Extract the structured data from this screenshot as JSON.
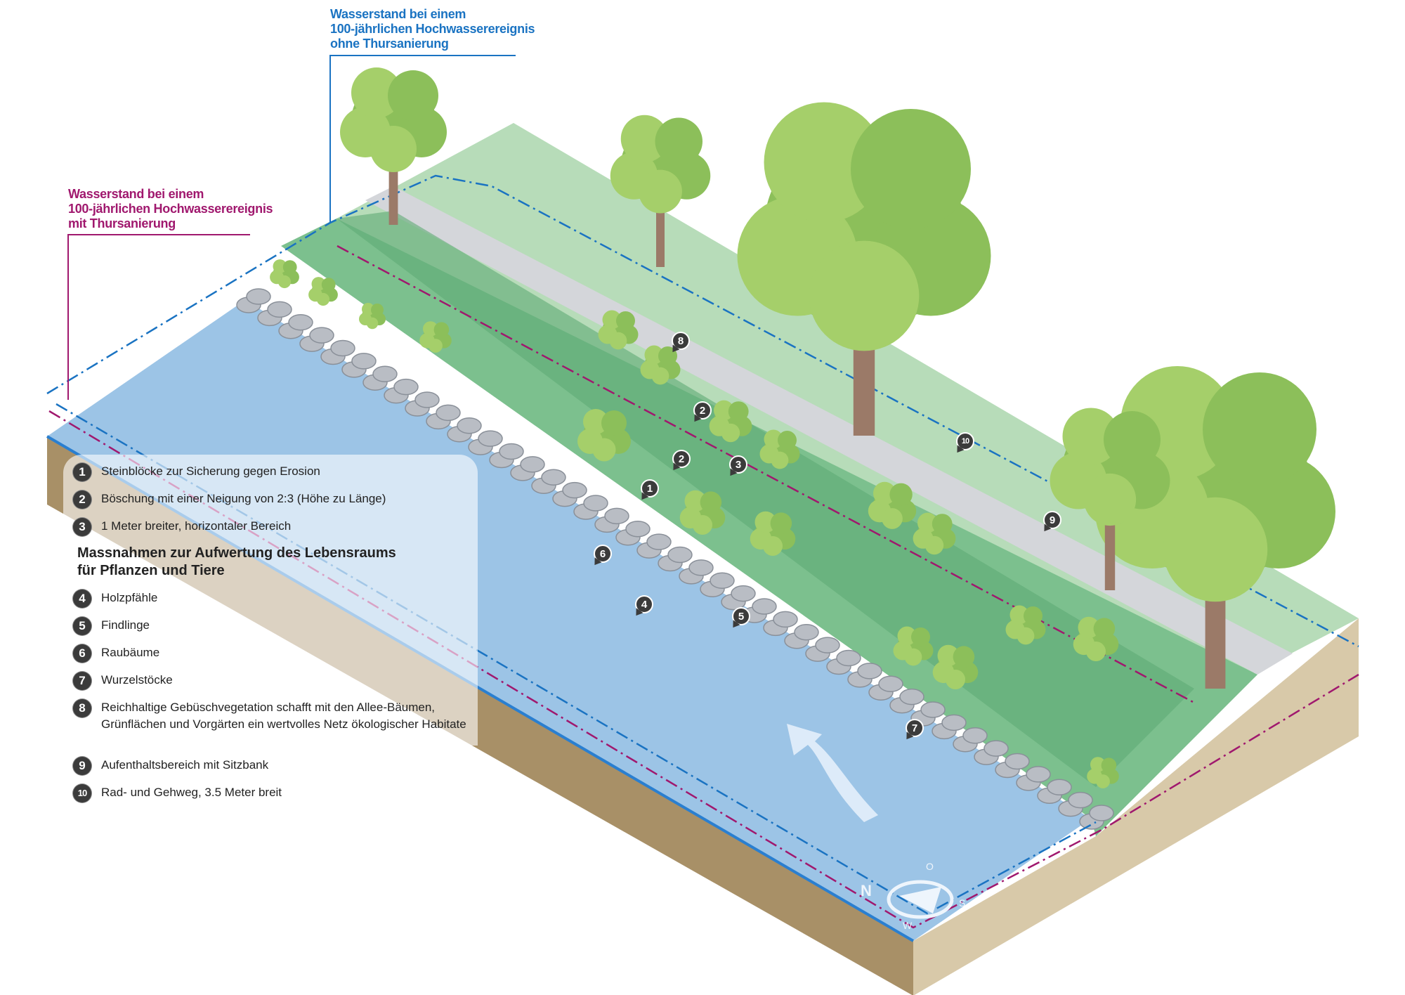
{
  "flood_labels": {
    "without_renovation": [
      "Wasserstand bei einem",
      "100-jährlichen Hochwasserereignis",
      "ohne Thursanierung"
    ],
    "with_renovation": [
      "Wasserstand bei einem",
      "100-jährlichen Hochwasserereignis",
      "mit Thursanierung"
    ]
  },
  "legend": {
    "items_top": [
      {
        "num": "1",
        "label": "Steinblöcke zur Sicherung gegen Erosion"
      },
      {
        "num": "2",
        "label": "Böschung mit einer Neigung von 2:3 (Höhe zu Länge)"
      },
      {
        "num": "3",
        "label": "1 Meter breiter, horizontaler Bereich"
      }
    ],
    "heading": [
      "Massnahmen zur Aufwertung des Lebensraums",
      "für Pflanzen und Tiere"
    ],
    "items_habitat": [
      {
        "num": "4",
        "label": "Holzpfähle"
      },
      {
        "num": "5",
        "label": "Findlinge"
      },
      {
        "num": "6",
        "label": "Raubäume"
      },
      {
        "num": "7",
        "label": "Wurzelstöcke"
      },
      {
        "num": "8",
        "label": "Reichhaltige Gebüschvegetation schafft mit den Allee-Bäumen,",
        "label2": "Grünflächen und Vorgärten ein wertvolles Netz ökologischer Habitate"
      }
    ],
    "items_bottom": [
      {
        "num": "9",
        "label": "Aufenthaltsbereich mit Sitzbank"
      },
      {
        "num": "10",
        "label": "Rad- und Gehweg, 3.5 Meter breit"
      }
    ]
  },
  "markers": [
    "1",
    "2",
    "2",
    "3",
    "4",
    "5",
    "6",
    "7",
    "8",
    "9",
    "10"
  ],
  "compass": {
    "n": "N",
    "s": "S",
    "w": "W",
    "o": "O"
  },
  "colors": {
    "water": "#9cc4e6",
    "water_edge": "#2a7fd0",
    "grass": "#7cc08e",
    "grass_light": "#b7dcb9",
    "path": "#d4d6da",
    "soil_front": "#a89067",
    "soil_side": "#d8c9a9",
    "flood_blue": "#1a73c2",
    "flood_magenta": "#a0186e"
  }
}
